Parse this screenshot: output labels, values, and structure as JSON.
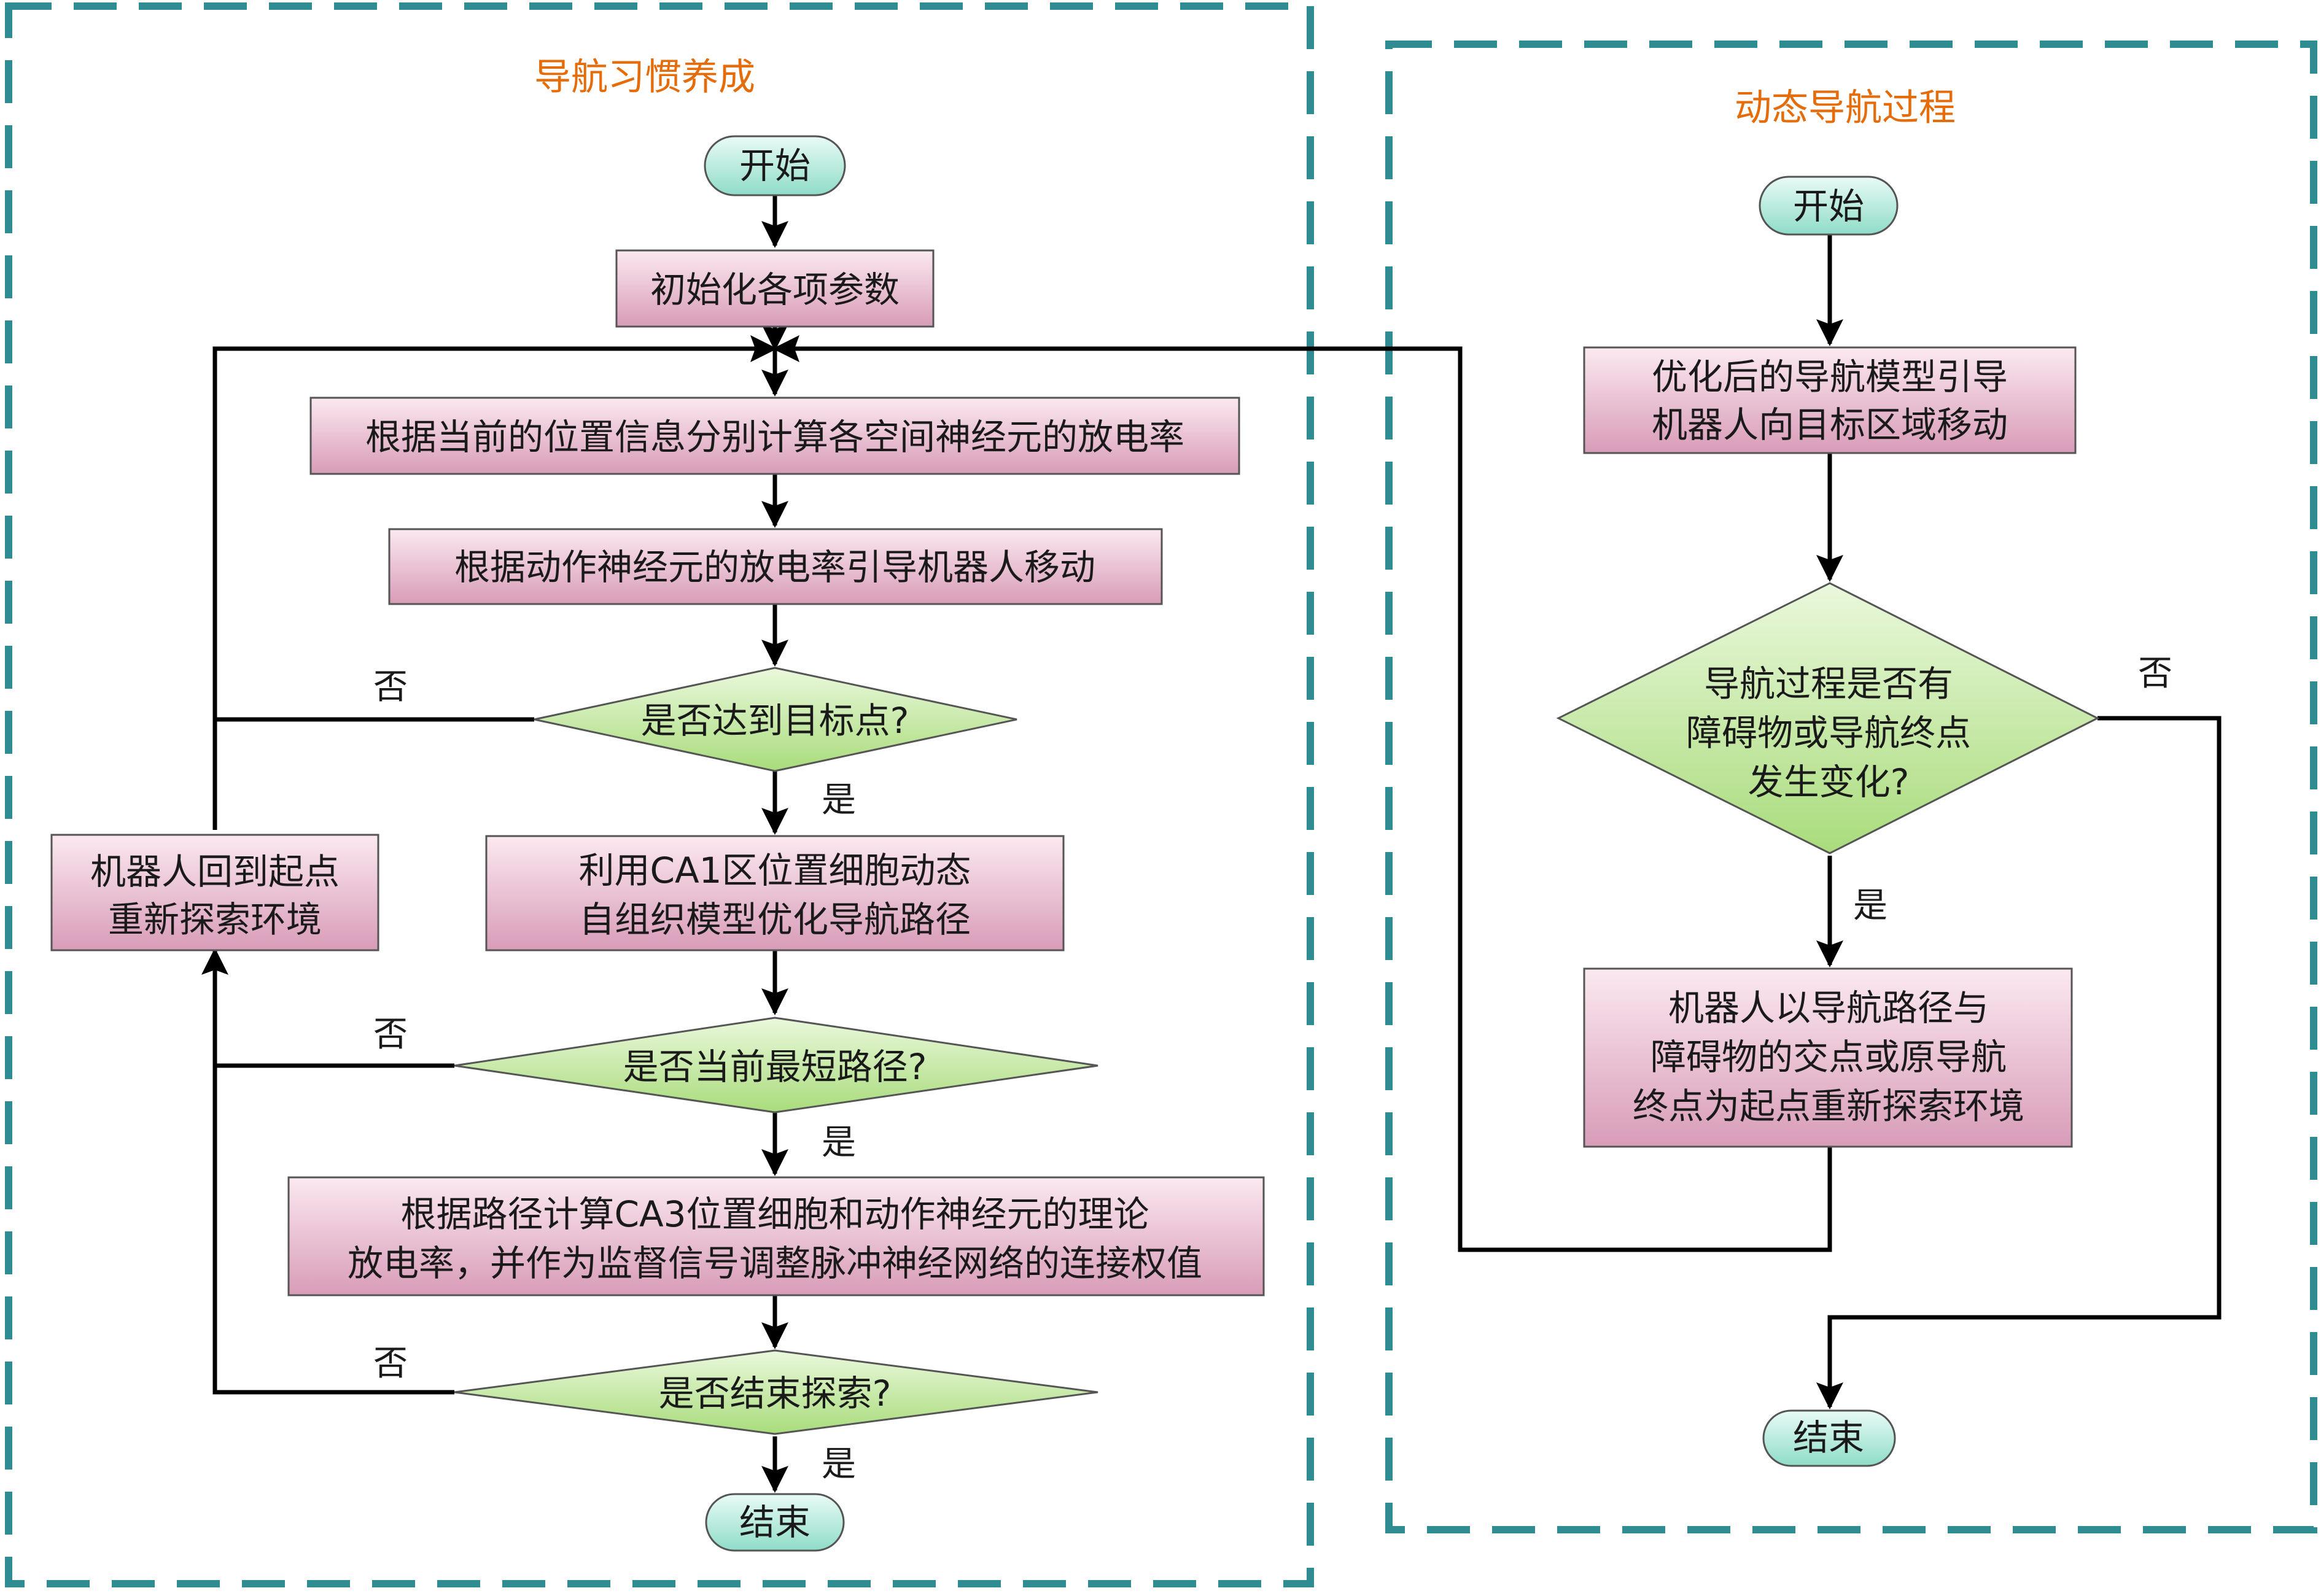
{
  "colors": {
    "frame_dashes": "#2f8c93",
    "title_text": "#e46c0a",
    "terminal_fill": "#bfeee3",
    "process_fill": "#f0c8d8",
    "decision_fill": "#c9eba6",
    "line": "#000000"
  },
  "left_panel": {
    "title": "导航习惯养成",
    "start": "开始",
    "init": "初始化各项参数",
    "calc_rate": "根据当前的位置信息分别计算各空间神经元的放电率",
    "move_robot": "根据动作神经元的放电率引导机器人移动",
    "reach_goal": "是否达到目标点?",
    "optimize": [
      "利用CA1区位置细胞动态",
      "自组织模型优化导航路径"
    ],
    "shortest": "是否当前最短路径?",
    "theory": [
      "根据路径计算CA3位置细胞和动作神经元的理论",
      "放电率，并作为监督信号调整脉冲神经网络的连接权值"
    ],
    "end_explore": "是否结束探索?",
    "restart": [
      "机器人回到起点",
      "重新探索环境"
    ],
    "end": "结束",
    "yes": "是",
    "no": "否"
  },
  "right_panel": {
    "title": "动态导航过程",
    "start": "开始",
    "guide": [
      "优化后的导航模型引导",
      "机器人向目标区域移动"
    ],
    "changed": [
      "导航过程是否有",
      "障碍物或导航终点",
      "发生变化?"
    ],
    "reexplore": [
      "机器人以导航路径与",
      "障碍物的交点或原导航",
      "终点为起点重新探索环境"
    ],
    "end": "结束",
    "yes": "是",
    "no": "否"
  }
}
